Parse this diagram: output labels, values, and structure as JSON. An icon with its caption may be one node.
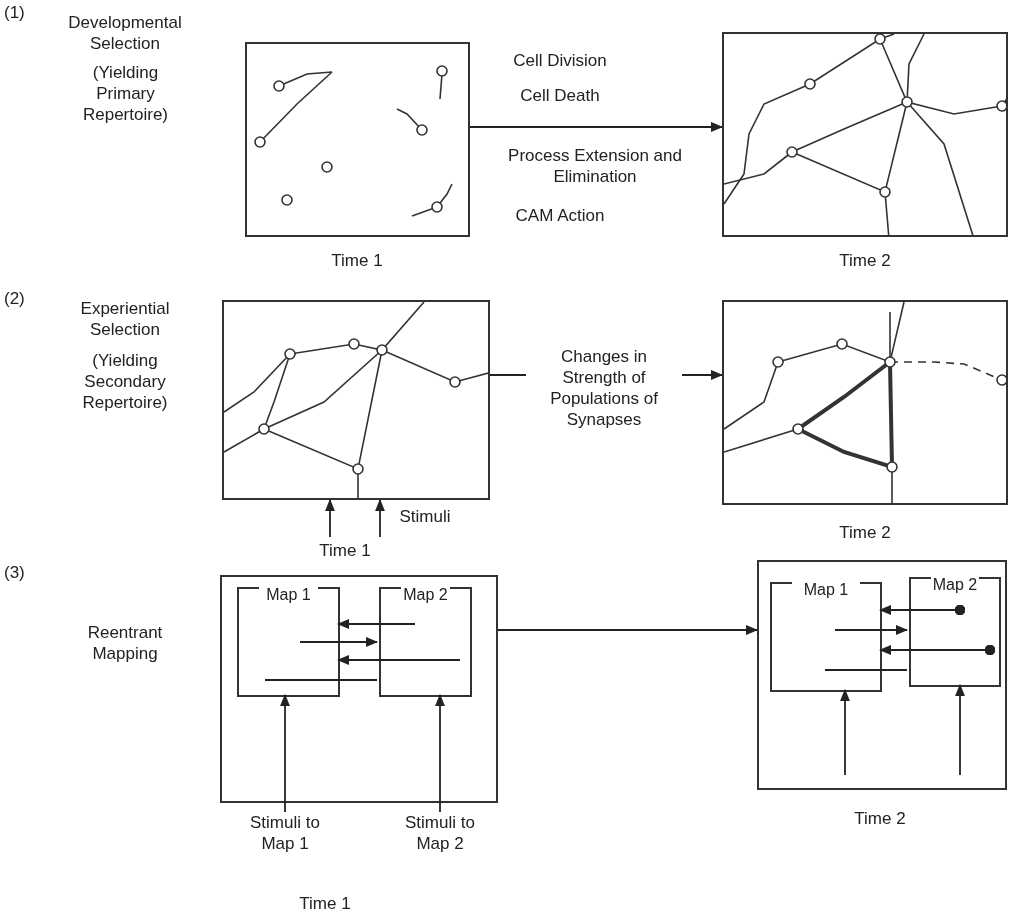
{
  "diagram": {
    "nodes": [
      {
        "text": [],
        "shape": "box",
        "beside": [
          "Time 1"
        ]
      },
      {
        "text": [],
        "shape": "box",
        "beside": [
          "Time 2"
        ]
      },
      {
        "text": [],
        "shape": "box",
        "beside": [
          "Time 1"
        ]
      },
      {
        "text": [],
        "shape": "box",
        "beside": [
          "Time 2"
        ]
      },
      {
        "text": [],
        "shape": "box"
      },
      {
        "text": [
          "Map 1"
        ],
        "in": 4
      },
      {
        "text": [
          "Map 2"
        ],
        "in": 4
      },
      {
        "text": [
          "Stimuli to Map 1"
        ]
      },
      {
        "text": [
          "Stimuli to Map 2"
        ]
      },
      {
        "text": [],
        "shape": "box",
        "beside": [
          "Time 2"
        ]
      },
      {
        "text": [
          "Map 1"
        ],
        "in": 9
      },
      {
        "text": [
          "Map 2"
        ],
        "in": 9
      }
    ],
    "edges": [
      {
        "from": 0,
        "to": 1,
        "arrow": "to"
      },
      {
        "from": null,
        "to": 2,
        "arrow": "to"
      },
      {
        "from": null,
        "to": 2,
        "arrow": "to"
      },
      {
        "from": 2,
        "to": 3,
        "arrow": "to",
        "label": "Changes in Strength of Populations of Synapses"
      },
      {
        "from": 6,
        "to": 5,
        "arrow": "to"
      },
      {
        "from": 5,
        "to": 6,
        "arrow": "to"
      },
      {
        "from": 6,
        "to": 5,
        "arrow": "to"
      },
      {
        "from": 5,
        "to": 6,
        "arrow": "none"
      },
      {
        "from": 7,
        "to": 5,
        "arrow": "to"
      },
      {
        "from": 8,
        "to": 6,
        "arrow": "to"
      },
      {
        "from": 4,
        "to": 9,
        "arrow": "to"
      },
      {
        "from": 11,
        "to": 10,
        "arrow": "to"
      },
      {
        "from": 10,
        "to": 11,
        "arrow": "to"
      },
      {
        "from": 11,
        "to": 10,
        "arrow": "to"
      },
      {
        "from": 10,
        "to": 11,
        "arrow": "none"
      },
      {
        "from": null,
        "to": 10,
        "arrow": "to"
      },
      {
        "from": null,
        "to": 11,
        "arrow": "to"
      }
    ],
    "labels": [
      "(1)",
      "Developmental Selection",
      "(Yielding Primary Repertoire)",
      "Cell Division",
      "Cell Death",
      "Process Extension and Elimination",
      "CAM Action",
      "(2)",
      "Experiential Selection",
      "(Yielding Secondary Repertoire)",
      "Stimuli",
      "(3)",
      "Reentrant Mapping",
      "Time 1"
    ]
  }
}
